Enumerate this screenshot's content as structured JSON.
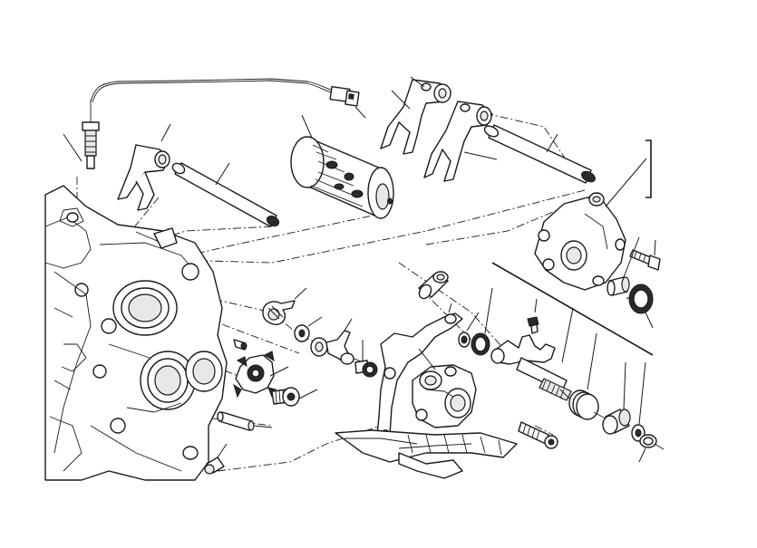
{
  "diagram": {
    "parts": [
      "neutral-switch-sensor",
      "sensor-wire",
      "sensor-connector",
      "selector-fork-left",
      "fork-shaft-left",
      "gear-selector-drum",
      "selector-fork-upper",
      "selector-fork-middle",
      "fork-shaft-right",
      "shift-cover-housing",
      "cover-bolt",
      "bushing",
      "oil-seal",
      "crankcase",
      "spring-clip",
      "washer",
      "shift-lever-arm",
      "lever-bolt",
      "detent-pin",
      "star-cam",
      "cam-bolt",
      "dowel-pin",
      "bushing-small",
      "shaft-bush",
      "bearing-ring",
      "shift-shaft",
      "return-spring",
      "grease-nipple",
      "spring-collar",
      "shaft-washer",
      "circlip",
      "shift-lever-assembly",
      "gear-pedal-linkage",
      "pedal-bolt",
      "pedal-bushing"
    ]
  }
}
